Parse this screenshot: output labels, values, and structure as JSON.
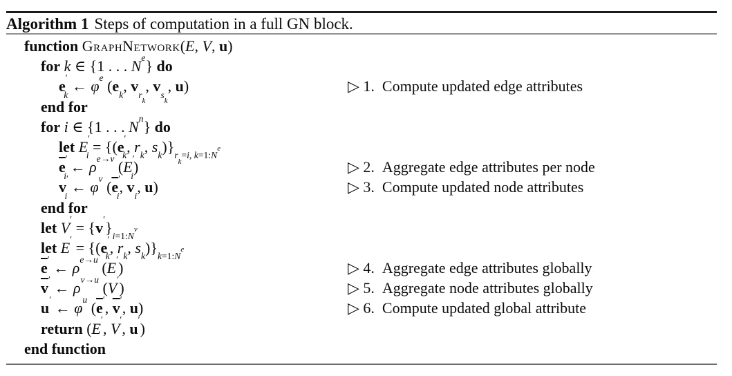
{
  "figure": {
    "label": "Algorithm 1",
    "caption": "Steps of computation in a full GN block."
  },
  "algorithm": {
    "comment_marker": "▷",
    "lines": [
      {
        "indent": 1,
        "code": "<b>function</b> <span class='sc'>GraphNetwork</span>(<i>E</i>, <i>V</i>, <span class='mb'>u</span>)"
      },
      {
        "indent": 2,
        "code": "<b>for</b> <i>k</i> ∈ {1 . . . <i>N</i><sup><i>e</i></sup>} <b>do</b>"
      },
      {
        "indent": 3,
        "code": "<span class='mb'>e</span><sup>′</sup><sub class='tk'><i>k</i></sub> ← <i>φ</i><sup><i>e</i></sup> (<span class='mb'>e</span><sub><i>k</i></sub>, <span class='mb'>v</span><sub><i>r</i><sub><i>k</i></sub></sub>, <span class='mb'>v</span><sub><i>s</i><sub><i>k</i></sub></sub>, <span class='mb'>u</span>)",
        "comment": "1. Compute updated edge attributes"
      },
      {
        "indent": 2,
        "code": "<b>end for</b>"
      },
      {
        "indent": 2,
        "code": "<b>for</b> <i>i</i> ∈ {1 . . . <i>N</i><sup><i>n</i></sup>} <b>do</b>"
      },
      {
        "indent": 3,
        "code": "<b>let</b> <i>E</i><sup>′</sup><sub class='tk'><i>i</i></sub> = {(<span class='mb'>e</span><sup>′</sup><sub class='tk'><i>k</i></sub>, <i>r</i><sub><i>k</i></sub>, <i>s</i><sub><i>k</i></sub>)}<sub><i>r</i><sub><i>k</i></sub>=<i>i</i>, <i>k</i>=1:<i>N</i><sup><i>e</i></sup></sub>"
      },
      {
        "indent": 3,
        "code": "<span class='mb ol'>e</span><sup>′</sup><sub class='tk'><i>i</i></sub> ← <i>ρ</i><sup><i>e</i>→<i>v</i></sup> (<i>E</i><sup>′</sup><sub class='tk'><i>i</i></sub>)",
        "comment": "2. Aggregate edge attributes per node"
      },
      {
        "indent": 3,
        "code": "<span class='mb'>v</span><sup>′</sup><sub class='tk'><i>i</i></sub> ← <i>φ</i><sup><i>v</i></sup> (<span class='mb ol'>e</span><sup>′</sup><sub class='tk'><i>i</i></sub>, <span class='mb'>v</span><sub><i>i</i></sub>, <span class='mb'>u</span>)",
        "comment": "3. Compute updated node attributes"
      },
      {
        "indent": 2,
        "code": "<b>end for</b>"
      },
      {
        "indent": 2,
        "code": "<b>let</b> <i>V</i><sup>′</sup> = {<span class='mb'>v</span><sup>′</sup>}<sub><i>i</i>=1:<i>N</i><sup><i>v</i></sup></sub>"
      },
      {
        "indent": 2,
        "code": "<b>let</b> <i>E</i><sup>′</sup> = {(<span class='mb'>e</span><sup>′</sup><sub class='tk'><i>k</i></sub>, <i>r</i><sub><i>k</i></sub>, <i>s</i><sub><i>k</i></sub>)}<sub><i>k</i>=1:<i>N</i><sup><i>e</i></sup></sub>"
      },
      {
        "indent": 2,
        "code": "<span class='mb ol'>e</span><sup>′</sup> ← <i>ρ</i><sup><i>e</i>→<i>u</i></sup> (<i>E</i><sup>′</sup>)",
        "comment": "4. Aggregate edge attributes globally"
      },
      {
        "indent": 2,
        "code": "<span class='mb ol'>v</span><sup>′</sup> ← <i>ρ</i><sup><i>v</i>→<i>u</i></sup> (<i>V</i><sup>′</sup>)",
        "comment": "5. Aggregate node attributes globally"
      },
      {
        "indent": 2,
        "code": "<span class='mb'>u</span><sup>′</sup> ← <i>φ</i><sup><i>u</i></sup> (<span class='mb ol'>e</span><sup>′</sup>, <span class='mb ol'>v</span><sup>′</sup>, <span class='mb'>u</span>)",
        "comment": "6. Compute updated global attribute"
      },
      {
        "indent": 2,
        "code": "<b>return</b> (<i>E</i><sup>′</sup>, <i>V</i><sup>′</sup>, <span class='mb'>u</span><sup>′</sup>)"
      },
      {
        "indent": 1,
        "code": "<b>end function</b>"
      }
    ]
  },
  "colors": {
    "background": "#ffffff",
    "text": "#0d0d0d",
    "rule_top": "#1b1b1b",
    "rule_mid": "#909090",
    "rule_bottom": "#6b6b6b"
  }
}
